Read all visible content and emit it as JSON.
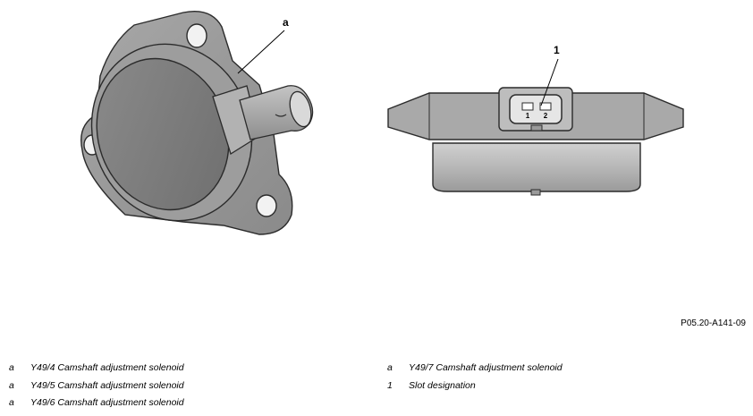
{
  "callouts": {
    "left": "a",
    "right": "1"
  },
  "pin_labels": [
    "1",
    "2"
  ],
  "figure_ref": "P05.20-A141-09",
  "legend_left": [
    {
      "key": "a",
      "text": "Y49/4 Camshaft adjustment solenoid"
    },
    {
      "key": "a",
      "text": "Y49/5 Camshaft adjustment solenoid"
    },
    {
      "key": "a",
      "text": "Y49/6 Camshaft adjustment solenoid"
    }
  ],
  "legend_right": [
    {
      "key": "a",
      "text": "Y49/7 Camshaft adjustment solenoid"
    },
    {
      "key": "1",
      "text": "Slot designation"
    }
  ]
}
